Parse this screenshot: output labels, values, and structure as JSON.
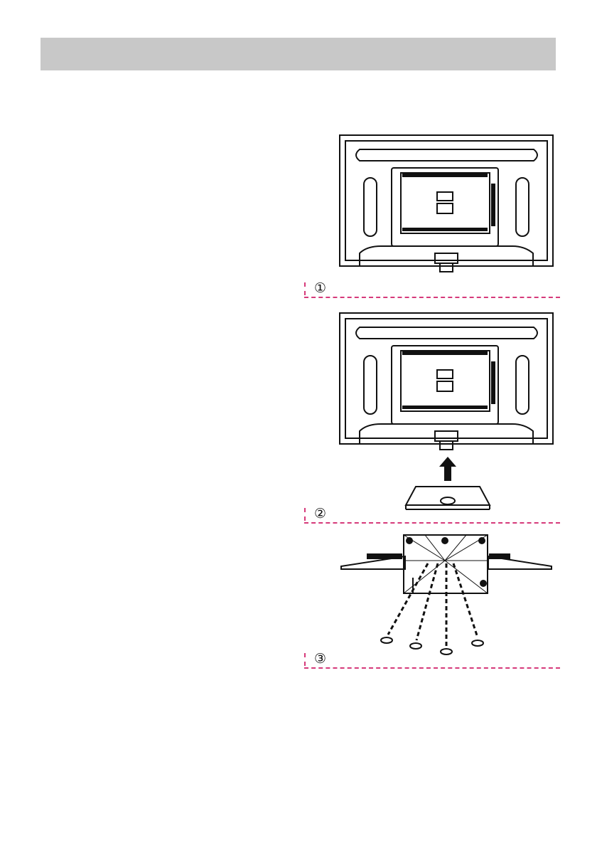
{
  "header": {
    "title": ""
  },
  "steps": [
    {
      "marker": "①"
    },
    {
      "marker": "②"
    },
    {
      "marker": "③"
    }
  ],
  "colors": {
    "header_bg": "#c8c8c8",
    "divider": "#d63a7a",
    "ink": "#111111"
  }
}
